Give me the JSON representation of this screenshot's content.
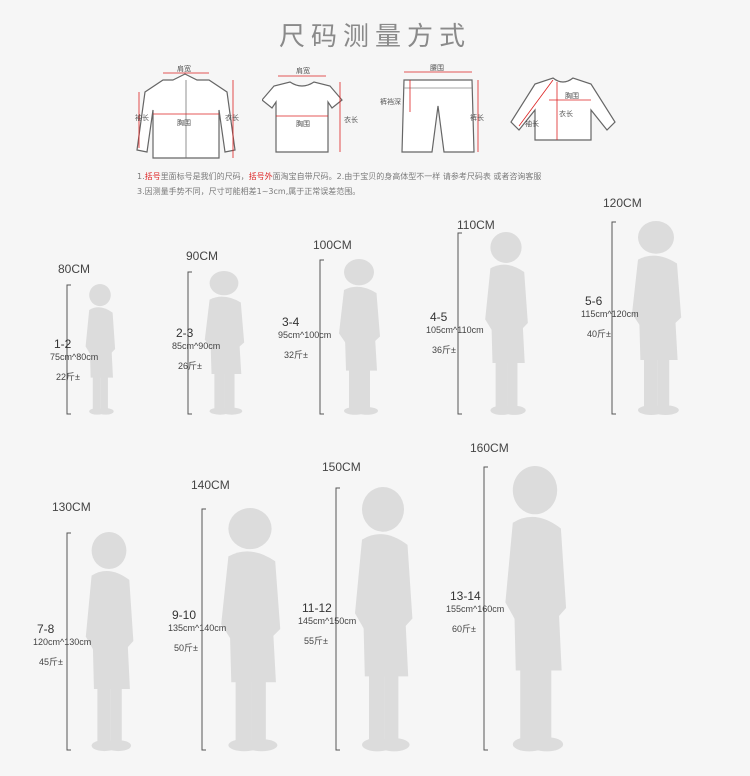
{
  "title": "尺码测量方式",
  "garments": {
    "shirt": {
      "shoulder": "肩宽",
      "sleeve": "袖长",
      "chest": "胸围",
      "length": "衣长"
    },
    "tshirt": {
      "shoulder": "肩宽",
      "chest": "胸围",
      "length": "衣长"
    },
    "shorts": {
      "waist": "腰围",
      "rise": "裤裆深",
      "length": "裤长"
    },
    "raglan": {
      "chest": "胸围",
      "length": "衣长",
      "sleeve": "袖长"
    }
  },
  "notes": {
    "line1_a": "1.",
    "line1_red1": "括号",
    "line1_b": "里面标号是我们的尺码，",
    "line1_red2": "括号外",
    "line1_c": "面淘宝自带尺码。2.由于宝贝的身高体型不一样 请参考尺码表 或者咨询客服",
    "line2": "3.因测量手势不同，尺寸可能相差1~3cm,属于正常误差范围。"
  },
  "sizes": [
    {
      "height": "80CM",
      "age": "1-2",
      "range": "75cm^80cm",
      "weight": "22斤±"
    },
    {
      "height": "90CM",
      "age": "2-3",
      "range": "85cm^90cm",
      "weight": "26斤±"
    },
    {
      "height": "100CM",
      "age": "3-4",
      "range": "95cm^100cm",
      "weight": "32斤±"
    },
    {
      "height": "110CM",
      "age": "4-5",
      "range": "105cm^110cm",
      "weight": "36斤±"
    },
    {
      "height": "120CM",
      "age": "5-6",
      "range": "115cm^120cm",
      "weight": "40斤±"
    },
    {
      "height": "130CM",
      "age": "7-8",
      "range": "120cm^130cm",
      "weight": "45斤±"
    },
    {
      "height": "140CM",
      "age": "9-10",
      "range": "135cm^140cm",
      "weight": "50斤±"
    },
    {
      "height": "150CM",
      "age": "11-12",
      "range": "145cm^150cm",
      "weight": "55斤±"
    },
    {
      "height": "160CM",
      "age": "13-14",
      "range": "155cm^160cm",
      "weight": "60斤±"
    }
  ],
  "colors": {
    "silhouette": "#dcdcdc",
    "bracket": "#555555",
    "accent_red": "#dd2222"
  }
}
